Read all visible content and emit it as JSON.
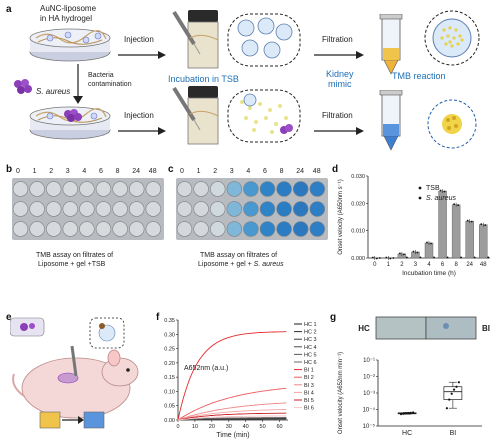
{
  "panels": {
    "a": {
      "label": "a",
      "top_row": {
        "liposome_title_line1": "AuNC-liposome",
        "liposome_title_line2": "in HA hydrogel",
        "step_injection": "Injection",
        "step_filtration": "Filtration"
      },
      "bacteria_label": "S. aureus",
      "contamination_line1": "Bacteria",
      "contamination_line2": "contamination",
      "bottom_row": {
        "step_injection": "Injection",
        "step_filtration": "Filtration"
      },
      "incubation_label": "Incubation in TSB",
      "kidney_line1": "Kidney",
      "kidney_line2": "mimic",
      "tmb_label": "TMB reaction"
    },
    "b": {
      "label": "b",
      "columns": [
        "0",
        "1",
        "2",
        "3",
        "4",
        "6",
        "8",
        "24",
        "48"
      ],
      "caption_line1": "TMB assay on filtrates of",
      "caption_line2": "Liposome + gel +TSB"
    },
    "c": {
      "label": "c",
      "columns": [
        "0",
        "1",
        "2",
        "3",
        "4",
        "6",
        "8",
        "24",
        "48"
      ],
      "caption_line1": "TMB assay on filtrates of",
      "caption_line2_prefix": "Liposome + gel + ",
      "caption_line2_species": "S. aureus"
    },
    "e": {
      "label": "e"
    },
    "g": {
      "label": "g",
      "strip_left": "HC",
      "strip_right": "BI"
    }
  },
  "chart_data": [
    {
      "panel": "d",
      "type": "bar",
      "xlabel": "Incubation time (h)",
      "ylabel": "Onset velocity (A650nm s⁻¹)",
      "categories": [
        "0",
        "1",
        "2",
        "3",
        "4",
        "6",
        "8",
        "24",
        "48"
      ],
      "ylim": [
        0,
        0.03
      ],
      "yticks": [
        "0.000",
        "0.010",
        "0.020",
        "0.030"
      ],
      "series": [
        {
          "name": "TSB",
          "values": [
            0.0,
            0.0,
            0.0002,
            0.0002,
            0.0002,
            0.0002,
            0.0002,
            0.0002,
            0.0002
          ]
        },
        {
          "name": "S. aureus",
          "values": [
            0.0,
            0.0,
            0.0015,
            0.0022,
            0.0055,
            0.0245,
            0.0195,
            0.0135,
            0.0122
          ]
        }
      ],
      "legend": "top-right"
    },
    {
      "panel": "f",
      "type": "line",
      "xlabel": "Time (min)",
      "ylabel": "A652nm (a.u.)",
      "xlim": [
        0,
        65
      ],
      "xticks": [
        "0",
        "10",
        "20",
        "30",
        "40",
        "50",
        "60"
      ],
      "ylim": [
        0,
        0.35
      ],
      "yticks": [
        "0.00",
        "0.05",
        "0.10",
        "0.15",
        "0.20",
        "0.25",
        "0.30",
        "0.35"
      ],
      "series": [
        {
          "name": "HC 1",
          "color": "#1a1a1a",
          "plateau": 0.004,
          "rate": 0.05
        },
        {
          "name": "HC 2",
          "color": "#2a2a2a",
          "plateau": 0.005,
          "rate": 0.05
        },
        {
          "name": "HC 3",
          "color": "#3a3a3a",
          "plateau": 0.006,
          "rate": 0.05
        },
        {
          "name": "HC 4",
          "color": "#4a4a4a",
          "plateau": 0.007,
          "rate": 0.05
        },
        {
          "name": "HC 5",
          "color": "#5a5a5a",
          "plateau": 0.008,
          "rate": 0.05
        },
        {
          "name": "HC 6",
          "color": "#6a6a6a",
          "plateau": 0.009,
          "rate": 0.05
        },
        {
          "name": "BI 1",
          "color": "#e8282c",
          "plateau": 0.31,
          "rate": 0.09
        },
        {
          "name": "BI 2",
          "color": "#ec5a5c",
          "plateau": 0.13,
          "rate": 0.03
        },
        {
          "name": "BI 3",
          "color": "#f08486",
          "plateau": 0.07,
          "rate": 0.03
        },
        {
          "name": "BI 4",
          "color": "#f3a6a8",
          "plateau": 0.04,
          "rate": 0.04
        },
        {
          "name": "BI 5",
          "color": "#c61e24",
          "plateau": 0.025,
          "rate": 0.05
        },
        {
          "name": "BI 6",
          "color": "#f7c4c6",
          "plateau": 0.015,
          "rate": 0.05
        }
      ],
      "legend": "right"
    },
    {
      "panel": "g",
      "type": "box",
      "xlabel": "",
      "ylabel": "Onset velocity (A652nm min⁻¹)",
      "yscale": "log",
      "ylim": [
        1e-05,
        0.1
      ],
      "yticks": [
        "10⁻⁵",
        "10⁻⁴",
        "10⁻³",
        "10⁻²",
        "10⁻¹"
      ],
      "categories": [
        "HC",
        "BI"
      ],
      "groups": [
        {
          "name": "HC",
          "points": [
            5.2e-05,
            5.5e-05,
            5.8e-05,
            6e-05,
            6.3e-05,
            6.6e-05
          ],
          "q1": 5.5e-05,
          "median": 6e-05,
          "q3": 6.3e-05,
          "min": 5.2e-05,
          "max": 6.6e-05
        },
        {
          "name": "BI",
          "points": [
            0.00012,
            0.0004,
            0.0009,
            0.0016,
            0.0024,
            0.0045
          ],
          "q1": 0.0004,
          "median": 0.0012,
          "q3": 0.0024,
          "min": 0.00012,
          "max": 0.0045
        }
      ]
    }
  ]
}
